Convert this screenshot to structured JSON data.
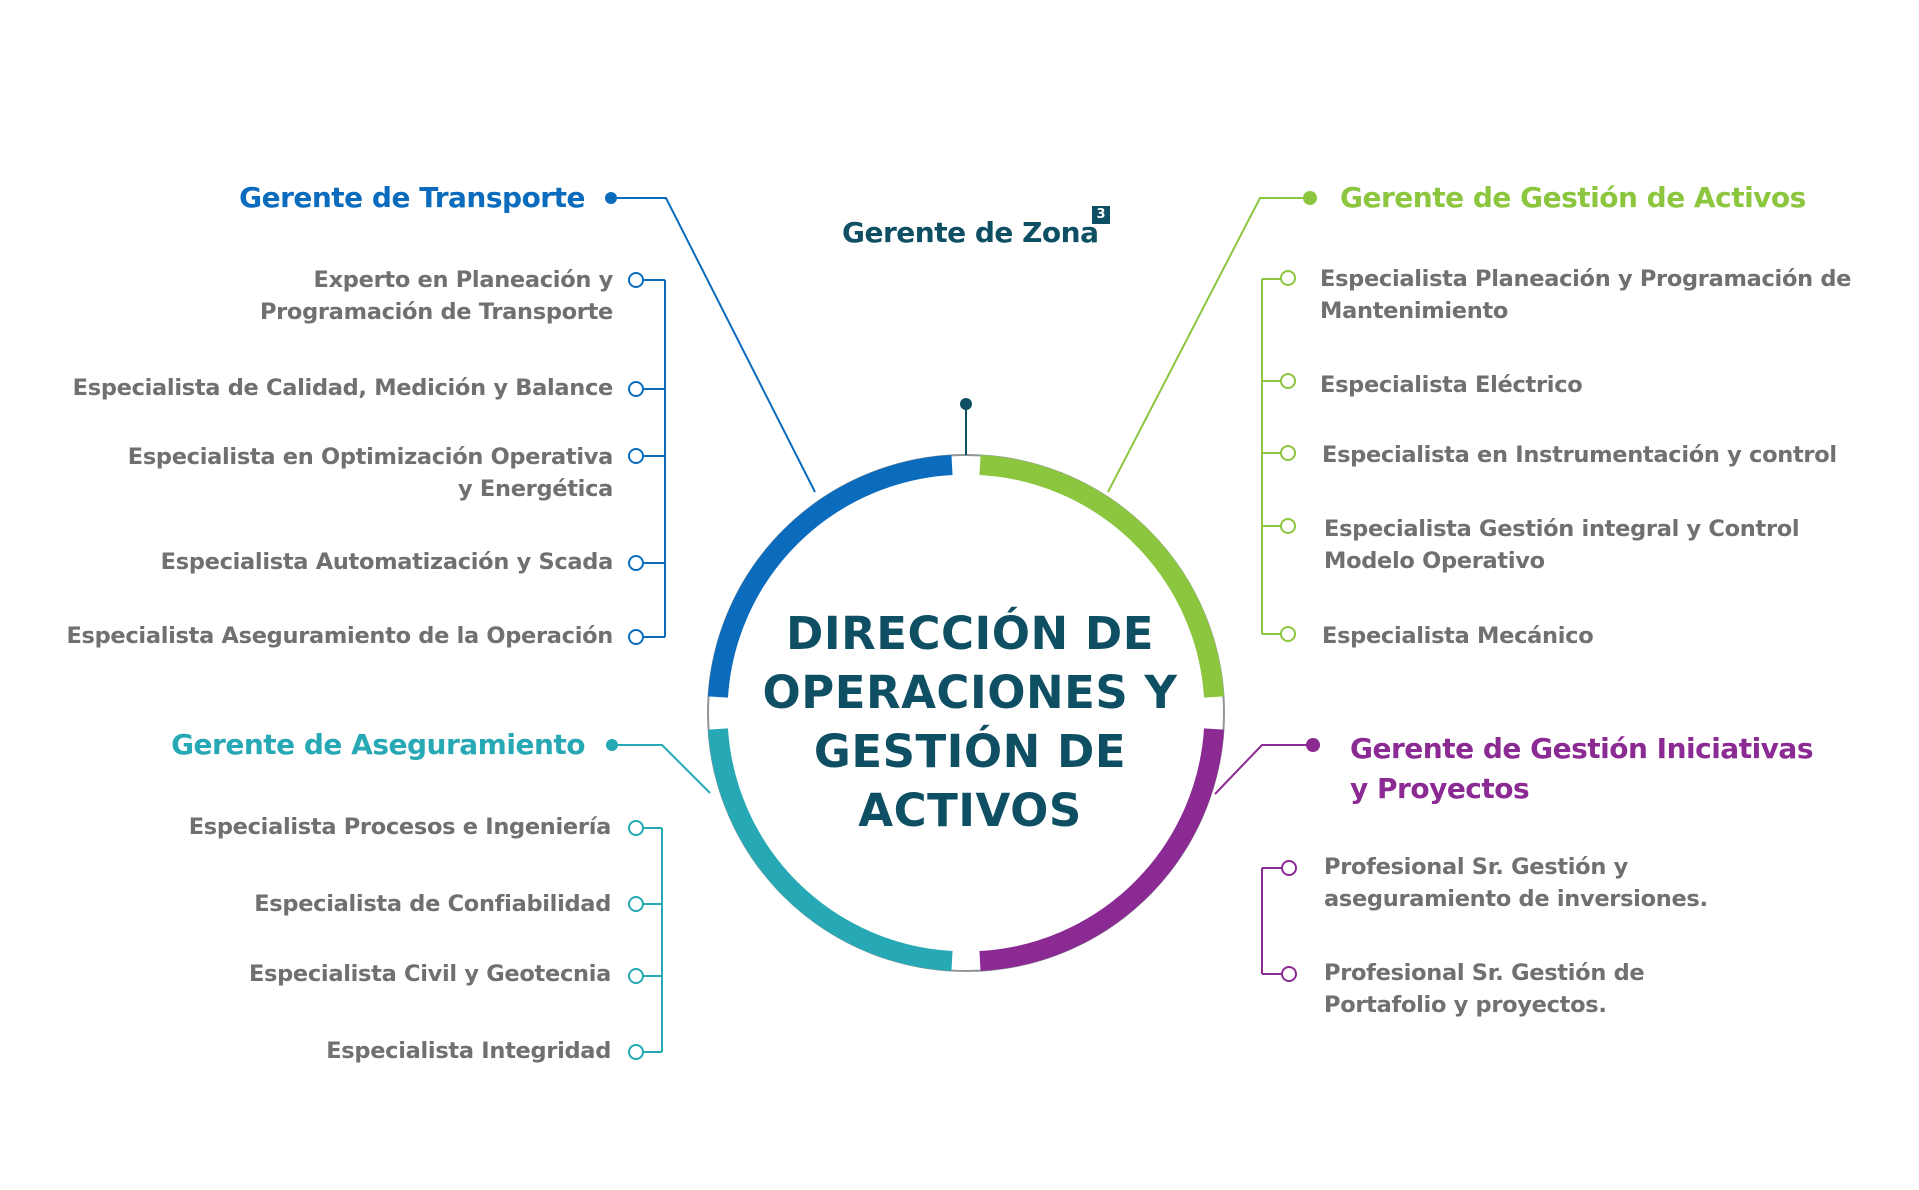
{
  "center": {
    "lines": [
      "DIRECCIÓN DE",
      "OPERACIONES Y",
      "GESTIÓN DE ACTIVOS"
    ]
  },
  "zone_manager": {
    "label": "Gerente de Zona",
    "badge": "3"
  },
  "colors": {
    "transport": "#0b6cbd",
    "assets": "#8cc63f",
    "assurance": "#26a9b4",
    "initiatives": "#8a2a92",
    "center_text": "#0e4f63",
    "item_text": "#6e7072"
  },
  "branches": {
    "transport": {
      "manager": "Gerente de Transporte",
      "items": [
        "Experto en Planeación y\nProgramación de Transporte",
        "Especialista de Calidad, Medición y Balance",
        "Especialista en Optimización Operativa\ny Energética",
        "Especialista Automatización y Scada",
        "Especialista Aseguramiento de la Operación"
      ]
    },
    "assets": {
      "manager": "Gerente de Gestión de Activos",
      "items": [
        "Especialista Planeación y Programación de\nMantenimiento",
        "Especialista Eléctrico",
        "Especialista en Instrumentación y control",
        "Especialista Gestión integral y Control\nModelo Operativo",
        "Especialista Mecánico"
      ]
    },
    "assurance": {
      "manager": "Gerente de Aseguramiento",
      "items": [
        "Especialista Procesos e Ingeniería",
        "Especialista de Confiabilidad",
        "Especialista Civil y Geotecnia",
        "Especialista  Integridad"
      ]
    },
    "initiatives": {
      "manager": "Gerente de Gestión Iniciativas\ny Proyectos",
      "items": [
        "Profesional Sr. Gestión y\naseguramiento de inversiones.",
        "Profesional Sr. Gestión de\nPortafolio y proyectos."
      ]
    }
  }
}
